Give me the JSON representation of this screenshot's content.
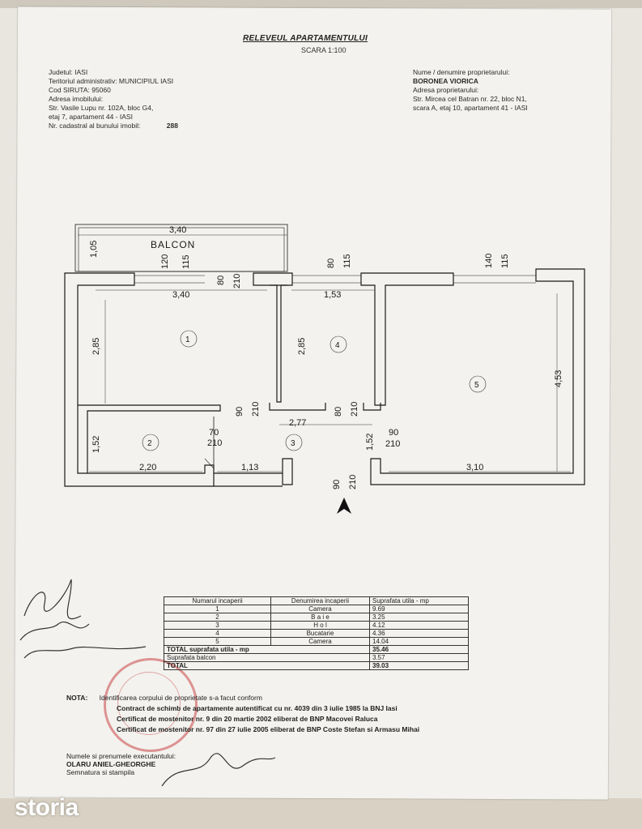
{
  "header": {
    "title": "RELEVEUL APARTAMENTULUI",
    "scale": "SCARA 1:100"
  },
  "property": {
    "judet": "Judetul: IASI",
    "teritoriu": "Teritoriul administrativ: MUNICIPIUL IASI",
    "siruta": "Cod SIRUTA: 95060",
    "adresa_label": "Adresa imobilului:",
    "adresa_1": "Str. Vasile Lupu nr. 102A, bloc G4,",
    "adresa_2": "etaj 7, apartament 44 - IASI",
    "cadastral_label": "Nr. cadastral al bunului imobil:",
    "cadastral_value": "288"
  },
  "owner": {
    "label": "Nume / denumire proprietarului:",
    "name": "BORONEA VIORICA",
    "adresa_label": "Adresa proprietarului:",
    "adresa_1": "Str. Mircea cel Batran nr. 22, bloc N1,",
    "adresa_2": "scara A, etaj 10, apartament 41 - IASI"
  },
  "plan": {
    "balcon_label": "BALCON",
    "balcon_width": "3,40",
    "balcon_depth": "1,05",
    "win1_w": "120",
    "win1_h": "115",
    "door_bal_w": "80",
    "door_bal_h": "210",
    "room1_width": "3,40",
    "room1_height": "2,85",
    "room1_id": "1",
    "win2_w": "80",
    "win2_h": "115",
    "room4_width": "1,53",
    "room4_height": "2,85",
    "room4_id": "4",
    "win3_w": "140",
    "win3_h": "115",
    "room5_height": "4,53",
    "room5_id": "5",
    "door1_w": "90",
    "door1_h": "210",
    "door4_w": "80",
    "door4_h": "210",
    "hall_len": "2,77",
    "door2_w": "70",
    "door2_h": "210",
    "door5_w": "90",
    "door5_h": "210",
    "room2_height": "1,52",
    "room2_id": "2",
    "room3_id": "3",
    "hall_height": "1,52",
    "room2_width": "2,20",
    "room3_width": "1,13",
    "room5_width": "3,10",
    "entry_w": "90",
    "entry_h": "210"
  },
  "table": {
    "headers": [
      "Numarul incaperii",
      "Denumirea incaperii",
      "Suprafata utila - mp"
    ],
    "rows": [
      [
        "1",
        "Camera",
        "9.69"
      ],
      [
        "2",
        "B a i e",
        "3.25"
      ],
      [
        "3",
        "H o l",
        "4.12"
      ],
      [
        "4",
        "Bucatarie",
        "4.36"
      ],
      [
        "5",
        "Camera",
        "14.04"
      ]
    ],
    "total_util_label": "TOTAL suprafata utila - mp",
    "total_util_value": "35.46",
    "balcon_label": "Suprafata balcon",
    "balcon_value": "3.57",
    "total_label": "TOTAL",
    "total_value": "39.03"
  },
  "notes": {
    "nota_label": "NOTA:",
    "line1": "Identificarea corpului de proprietate s-a facut conform",
    "line2": "Contract de schimb de apartamente autentificat cu nr. 4039 din 3 iulie 1985 la BNJ Iasi",
    "line3": "Certificat de mostenitor nr. 9 din 20 martie 2002 eliberat de BNP Macovei Raluca",
    "line4": "Certificat de mostenitor nr. 97 din 27 iulie 2005 eliberat de BNP Coste Stefan si Armasu Mihai"
  },
  "executant": {
    "label": "Numele si prenumele executantului:",
    "name": "OLARU ANIEL-GHEORGHE",
    "signature_label": "Semnatura si stampila"
  },
  "watermark": "storia",
  "colors": {
    "ink": "#1a1a1a",
    "stamp": "#c84646",
    "paper": "#f3f2ee"
  }
}
